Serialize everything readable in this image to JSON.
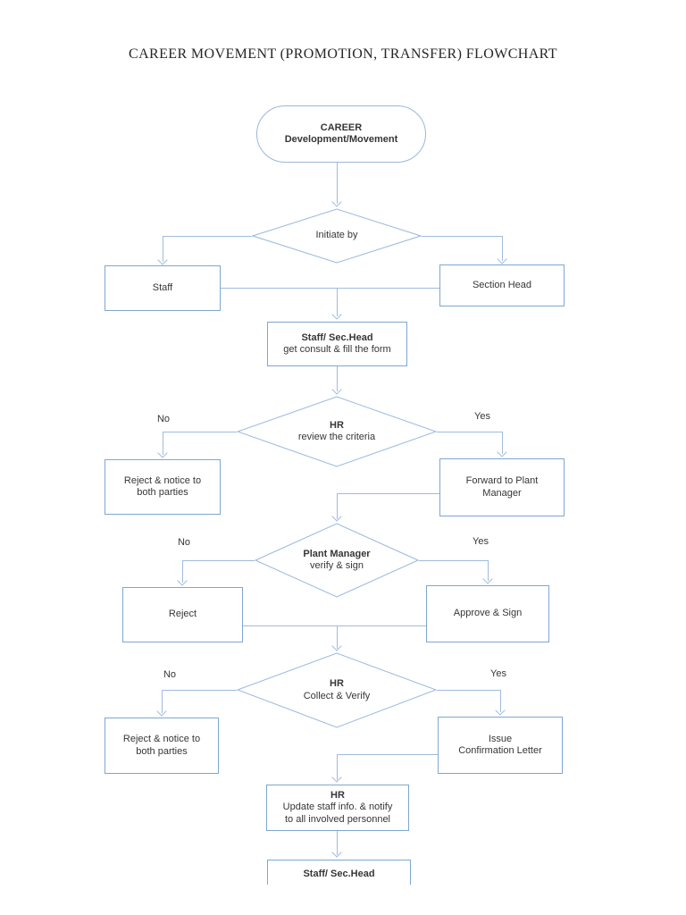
{
  "document": {
    "title": "CAREER MOVEMENT (PROMOTION, TRANSFER) FLOWCHART"
  },
  "colors": {
    "background": "#ffffff",
    "shape_border": "#7fa6d2",
    "terminator_border": "#9ab7dd",
    "connector_line": "#9fbbdf",
    "text": "#363636",
    "title_text": "#262626"
  },
  "flowchart": {
    "edge_labels": {
      "no": "No",
      "yes": "Yes"
    },
    "nodes": {
      "start": {
        "type": "terminator",
        "lines": [
          "CAREER",
          "Development/Movement"
        ]
      },
      "initiate": {
        "type": "decision",
        "lines": [
          "Initiate by"
        ]
      },
      "staff": {
        "type": "process",
        "lines": [
          "Staff"
        ]
      },
      "section_head": {
        "type": "process",
        "lines": [
          "Section Head"
        ]
      },
      "consult": {
        "type": "process",
        "lines": [
          "Staff/ Sec.Head",
          "get consult & fill the form"
        ]
      },
      "hr_review": {
        "type": "decision",
        "lines": [
          "HR",
          "review the criteria"
        ]
      },
      "reject_notice_1": {
        "type": "process",
        "lines": [
          "Reject & notice to",
          "both parties"
        ]
      },
      "forward_pm": {
        "type": "process",
        "lines": [
          "Forward to Plant",
          "Manager"
        ]
      },
      "pm_verify": {
        "type": "decision",
        "lines": [
          "Plant Manager",
          "verify & sign"
        ]
      },
      "reject": {
        "type": "process",
        "lines": [
          "Reject"
        ]
      },
      "approve_sign": {
        "type": "process",
        "lines": [
          "Approve & Sign"
        ]
      },
      "hr_collect": {
        "type": "decision",
        "lines": [
          "HR",
          "Collect & Verify"
        ]
      },
      "reject_notice_2": {
        "type": "process",
        "lines": [
          "Reject & notice to",
          "both parties"
        ]
      },
      "issue_letter": {
        "type": "process",
        "lines": [
          "Issue",
          "Confirmation Letter"
        ]
      },
      "hr_update": {
        "type": "process",
        "lines": [
          "HR",
          "Update staff info. & notify",
          "to all involved personnel"
        ]
      },
      "staff_sec_final": {
        "type": "process",
        "lines": [
          "Staff/ Sec.Head"
        ]
      }
    }
  }
}
